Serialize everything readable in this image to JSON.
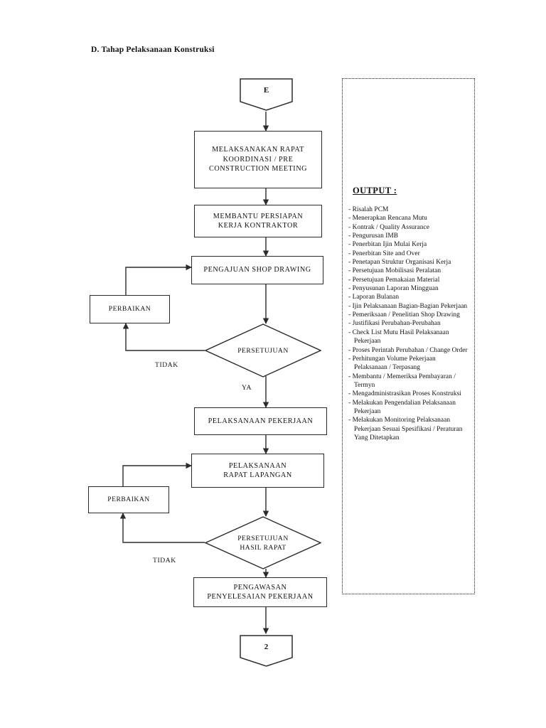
{
  "document": {
    "title": "D. Tahap Pelaksanaan Konstruksi"
  },
  "flowchart": {
    "start_connector": {
      "label": "E",
      "shape": "pentagon-connector"
    },
    "end_connector": {
      "label": "2",
      "shape": "pentagon-connector"
    },
    "nodes": [
      {
        "id": "rapat-koordinasi",
        "label": "MELAKSANAKAN RAPAT KOORDINASI / PRE CONSTRUCTION MEETING",
        "shape": "process"
      },
      {
        "id": "persiapan-kerja",
        "label": "MEMBANTU PERSIAPAN KERJA KONTRAKTOR",
        "shape": "process"
      },
      {
        "id": "shop-drawing",
        "label": "PENGAJUAN SHOP DRAWING",
        "shape": "process"
      },
      {
        "id": "perbaikan-1",
        "label": "PERBAIKAN",
        "shape": "process"
      },
      {
        "id": "persetujuan-1",
        "label": "PERSETUJUAN",
        "shape": "decision"
      },
      {
        "id": "pelaksanaan-pekerjaan",
        "label": "PELAKSANAAN PEKERJAAN",
        "shape": "process"
      },
      {
        "id": "rapat-lapangan",
        "label": "PELAKSANAAN RAPAT LAPANGAN",
        "shape": "process"
      },
      {
        "id": "perbaikan-2",
        "label": "PERBAIKAN",
        "shape": "process"
      },
      {
        "id": "persetujuan-2",
        "label": "PERSETUJUAN HASIL RAPAT",
        "shape": "decision"
      },
      {
        "id": "pengawasan",
        "label": "PENGAWASAN PENYELESAIAN PEKERJAAN",
        "shape": "process"
      }
    ],
    "node_text": {
      "rapat_koordinasi_line1": "MELAKSANAKAN RAPAT",
      "rapat_koordinasi_line2": "KOORDINASI / PRE",
      "rapat_koordinasi_line3": "CONSTRUCTION MEETING",
      "persiapan_kerja_line1": "MEMBANTU PERSIAPAN",
      "persiapan_kerja_line2": "KERJA KONTRAKTOR",
      "shop_drawing": "PENGAJUAN SHOP DRAWING",
      "perbaikan_1": "PERBAIKAN",
      "persetujuan_1": "PERSETUJUAN",
      "pelaksanaan_pekerjaan": "PELAKSANAAN PEKERJAAN",
      "rapat_lapangan_line1": "PELAKSANAAN",
      "rapat_lapangan_line2": "RAPAT LAPANGAN",
      "perbaikan_2": "PERBAIKAN",
      "persetujuan_2_line1": "PERSETUJUAN",
      "persetujuan_2_line2": "HASIL RAPAT",
      "pengawasan_line1": "PENGAWASAN",
      "pengawasan_line2": "PENYELESAIAN PEKERJAAN"
    },
    "edge_labels": {
      "tidak_1": "TIDAK",
      "ya_1": "YA",
      "tidak_2": "TIDAK"
    }
  },
  "output_panel": {
    "title": "OUTPUT :",
    "items": [
      "- Risalah PCM",
      "- Menerapkan Rencana Mutu",
      "- Kontrak / Quality Assurance",
      "- Pengurusan IMB",
      "- Penerbitan Ijin Mulai Kerja",
      "- Penerbitan Site and Over",
      "- Penetapan Struktur Organisasi Kerja",
      "- Persetujuan Mobilisasi Peralatan",
      "- Persetujuan Pemakaian Material",
      "- Penyusunan Laporan Mingguan",
      "- Laporan Bulanan",
      "- Ijin Pelaksanaan Bagian-Bagian Pekerjaan",
      "- Pemeriksaan / Penelitian Shop Drawing",
      "- Justifikasi Perubahan-Perubahan",
      "- Check List Mutu Hasil Pelaksanaan Pekerjaan",
      "- Proses Perintah Perubahan / Change Order",
      "- Perhitungan Volume Pekerjaan Pelaksanaan / Terpasang",
      "- Membantu / Memeriksa Pembayaran / Termyn",
      "- Mengadministrasikan Proses Konstruksi",
      "- Melakukan Pengendalian Pelaksanaan Pekerjaan",
      "- Melakukan Monitoring Pelaksanaan Pekerjaan Sesuai Spesifikasi / Peraturan Yang Ditetapkan"
    ]
  },
  "colors": {
    "ink": "#111111",
    "stroke": "#2b2b2b",
    "paper": "#ffffff"
  }
}
